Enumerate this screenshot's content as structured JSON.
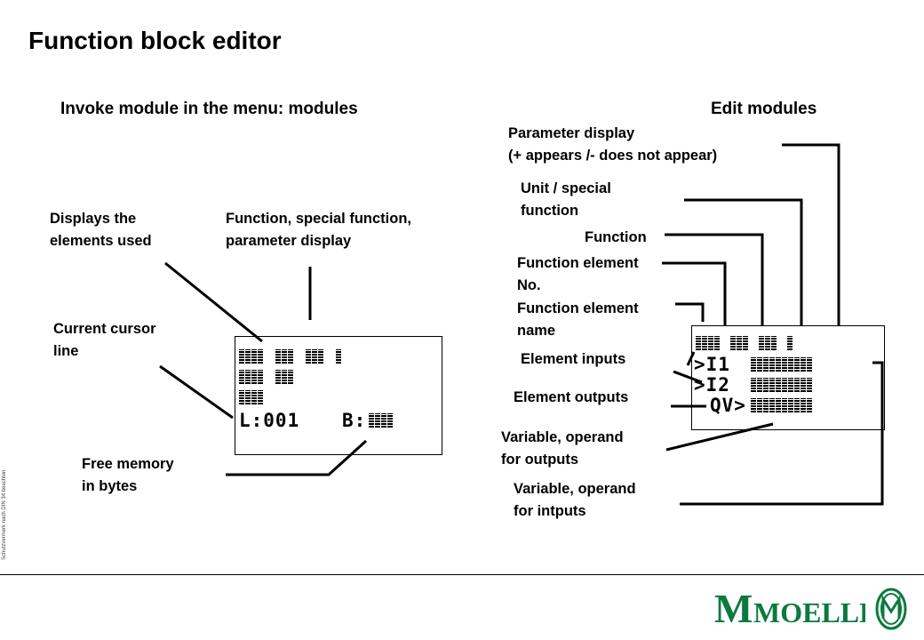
{
  "title": "Function block editor",
  "left": {
    "heading": "Invoke module in the menu: modules",
    "labels": {
      "displays_elements": [
        "Displays the",
        "elements used"
      ],
      "function_display": [
        "Function, special function,",
        "parameter display"
      ],
      "cursor_line": [
        "Current cursor",
        "line"
      ],
      "free_memory": [
        "Free memory",
        "in bytes"
      ]
    },
    "lcd": {
      "line_text": "L:001",
      "bytes_text": "B:"
    }
  },
  "right": {
    "heading": "Edit modules",
    "labels": {
      "parameter_display": [
        "Parameter display",
        "(+ appears /- does not appear)"
      ],
      "unit_special": [
        "Unit / special",
        "function"
      ],
      "function": "Function",
      "element_no": [
        "Function element",
        "No."
      ],
      "element_name": [
        "Function element",
        "name"
      ],
      "element_inputs": "Element inputs",
      "element_outputs": "Element outputs",
      "var_outputs": [
        "Variable, operand",
        "for outputs"
      ],
      "var_inputs": [
        "Variable, operand",
        "for intputs"
      ]
    },
    "lcd": {
      "input1": ">I1",
      "input2": ">I2",
      "output": "QV>"
    }
  },
  "sidenote": "Schutzvermerk nach DIN 34 beachten",
  "logo": {
    "text": "MOELLER",
    "color": "#0b7a3e"
  }
}
